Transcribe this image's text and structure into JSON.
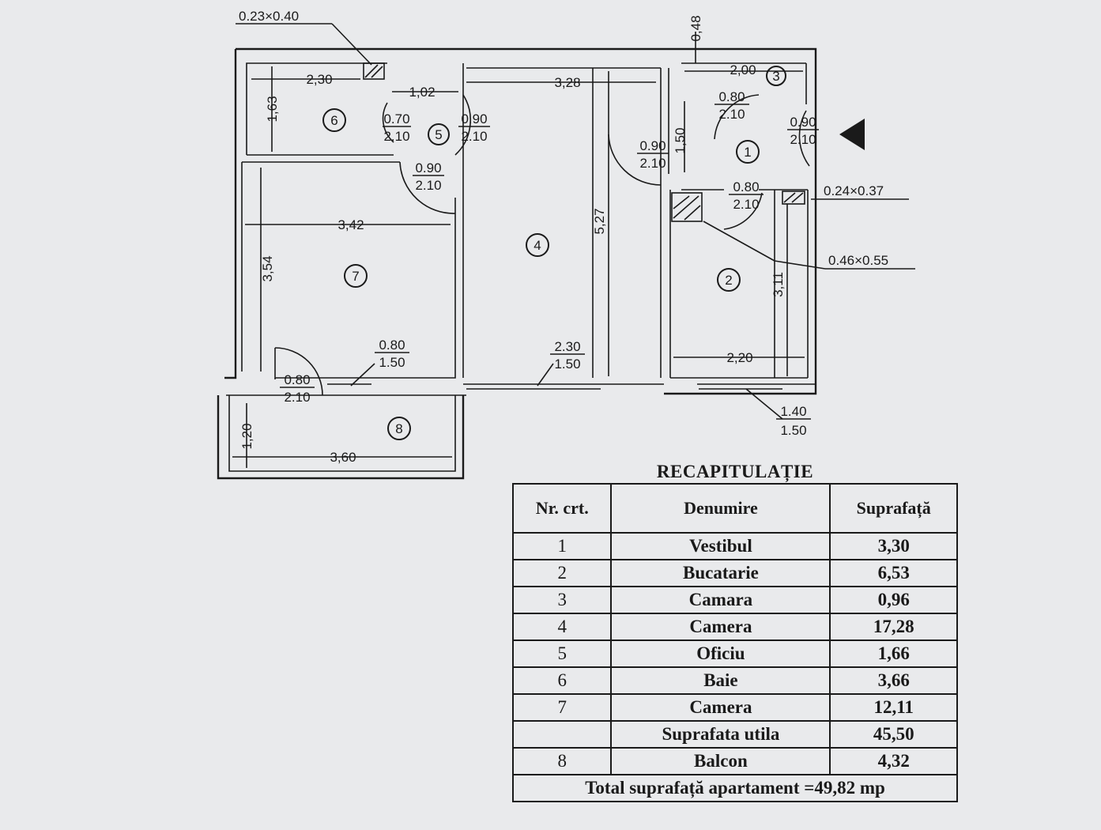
{
  "plan": {
    "rooms": [
      {
        "id": "1",
        "label": "1"
      },
      {
        "id": "2",
        "label": "2"
      },
      {
        "id": "3",
        "label": "3"
      },
      {
        "id": "4",
        "label": "4"
      },
      {
        "id": "5",
        "label": "5"
      },
      {
        "id": "6",
        "label": "6"
      },
      {
        "id": "7",
        "label": "7"
      },
      {
        "id": "8",
        "label": "8"
      }
    ],
    "dimensions": {
      "d_023x040": "0.23×0.40",
      "d_230": "2,30",
      "d_102": "1,02",
      "d_328": "3,28",
      "d_200": "2,00",
      "d_048": "0,48",
      "d_163": "1,63",
      "d_342": "3,42",
      "d_354": "3,54",
      "d_527": "5,27",
      "d_150": "1,50",
      "d_311": "3,11",
      "d_220": "2,20",
      "d_360": "3,60",
      "d_120": "1,20",
      "d_024x037": "0.24×0.37",
      "d_046x055": "0.46×0.55"
    },
    "openings": {
      "o_070_210": {
        "top": "0.70",
        "bottom": "2.10"
      },
      "o_090_210_a": {
        "top": "0.90",
        "bottom": "2.10"
      },
      "o_090_210_b": {
        "top": "0.90",
        "bottom": "2.10"
      },
      "o_080_210_a": {
        "top": "0.80",
        "bottom": "2.10"
      },
      "o_090_210_c": {
        "top": "0.90",
        "bottom": "2.10"
      },
      "o_090_210_d": {
        "top": "0.90",
        "bottom": "2.10"
      },
      "o_080_210_b": {
        "top": "0.80",
        "bottom": "2.10"
      },
      "o_080_150": {
        "top": "0.80",
        "bottom": "1.50"
      },
      "o_230_150": {
        "top": "2.30",
        "bottom": "1.50"
      },
      "o_080_210_c": {
        "top": "0.80",
        "bottom": "2.10"
      },
      "o_140_150": {
        "top": "1.40",
        "bottom": "1.50"
      }
    }
  },
  "recap": {
    "title": "RECAPITULAȚIE",
    "headers": {
      "nr": "Nr. crt.",
      "name": "Denumire",
      "area": "Suprafață"
    },
    "rows": [
      {
        "nr": "1",
        "name": "Vestibul",
        "area": "3,30"
      },
      {
        "nr": "2",
        "name": "Bucatarie",
        "area": "6,53"
      },
      {
        "nr": "3",
        "name": "Camara",
        "area": "0,96"
      },
      {
        "nr": "4",
        "name": "Camera",
        "area": "17,28"
      },
      {
        "nr": "5",
        "name": "Oficiu",
        "area": "1,66"
      },
      {
        "nr": "6",
        "name": "Baie",
        "area": "3,66"
      },
      {
        "nr": "7",
        "name": "Camera",
        "area": "12,11"
      },
      {
        "nr": "",
        "name": "Suprafata utila",
        "area": "45,50"
      },
      {
        "nr": "8",
        "name": "Balcon",
        "area": "4,32"
      }
    ],
    "total": "Total suprafață apartament =49,82 mp"
  },
  "colors": {
    "ink": "#1a1a1a",
    "paper": "#e9eaec"
  }
}
